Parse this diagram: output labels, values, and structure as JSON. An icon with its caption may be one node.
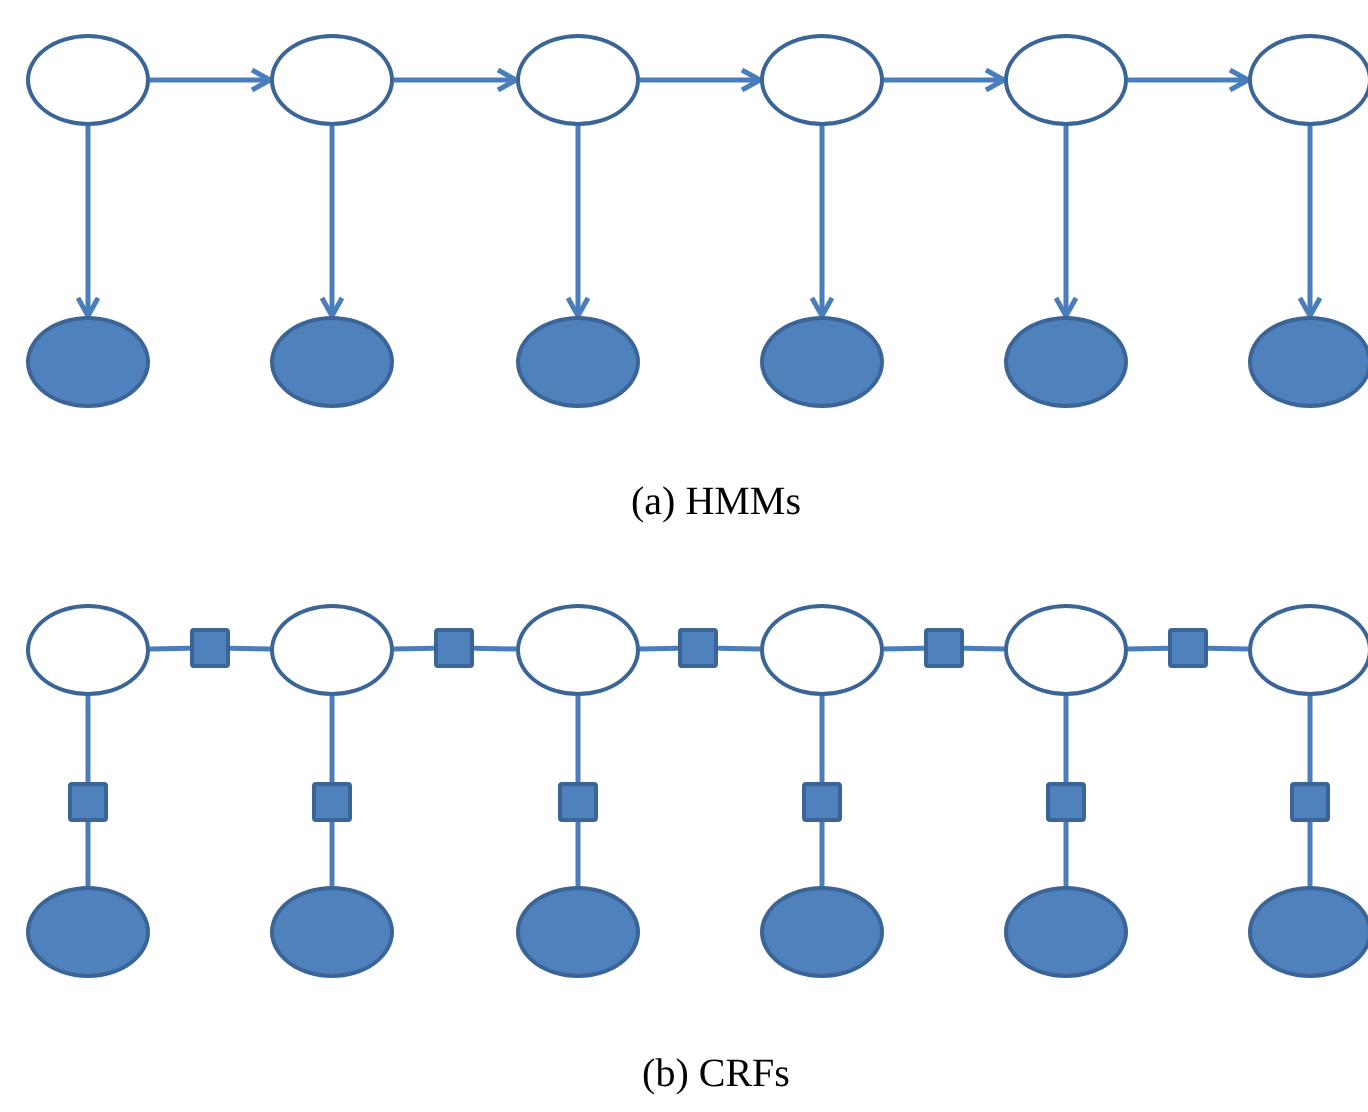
{
  "diagram": {
    "nodes": [
      {
        "text": [],
        "shape": "circle"
      },
      {
        "text": [],
        "shape": "circle"
      },
      {
        "text": [],
        "shape": "circle"
      },
      {
        "text": [],
        "shape": "circle"
      },
      {
        "text": [],
        "shape": "circle"
      },
      {
        "text": [],
        "shape": "circle"
      },
      {
        "text": [],
        "shape": "circle"
      },
      {
        "text": [],
        "shape": "circle"
      },
      {
        "text": [],
        "shape": "circle"
      },
      {
        "text": [],
        "shape": "circle"
      },
      {
        "text": [],
        "shape": "circle"
      },
      {
        "text": [],
        "shape": "circle"
      },
      {
        "text": [],
        "shape": "circle"
      },
      {
        "text": [],
        "shape": "circle"
      },
      {
        "text": [],
        "shape": "circle"
      },
      {
        "text": [],
        "shape": "circle"
      },
      {
        "text": [],
        "shape": "circle"
      },
      {
        "text": [],
        "shape": "circle"
      },
      {
        "text": [],
        "shape": "box"
      },
      {
        "text": [],
        "shape": "box"
      },
      {
        "text": [],
        "shape": "box"
      },
      {
        "text": [],
        "shape": "box"
      },
      {
        "text": [],
        "shape": "box"
      },
      {
        "text": [],
        "shape": "box"
      },
      {
        "text": [],
        "shape": "box"
      },
      {
        "text": [],
        "shape": "box"
      },
      {
        "text": [],
        "shape": "box"
      },
      {
        "text": [],
        "shape": "box"
      },
      {
        "text": [],
        "shape": "box"
      },
      {
        "text": [],
        "shape": "circle"
      },
      {
        "text": [],
        "shape": "circle"
      },
      {
        "text": [],
        "shape": "circle"
      },
      {
        "text": [],
        "shape": "circle"
      },
      {
        "text": [],
        "shape": "circle"
      },
      {
        "text": [],
        "shape": "circle"
      }
    ],
    "edges": [
      {
        "from": 0,
        "to": 1,
        "arrow": "to"
      },
      {
        "from": 1,
        "to": 2,
        "arrow": "to"
      },
      {
        "from": 2,
        "to": 3,
        "arrow": "to"
      },
      {
        "from": 3,
        "to": 4,
        "arrow": "to"
      },
      {
        "from": 4,
        "to": 5,
        "arrow": "to"
      },
      {
        "from": 0,
        "to": 6,
        "arrow": "to"
      },
      {
        "from": 1,
        "to": 7,
        "arrow": "to"
      },
      {
        "from": 2,
        "to": 8,
        "arrow": "to"
      },
      {
        "from": 3,
        "to": 9,
        "arrow": "to"
      },
      {
        "from": 4,
        "to": 10,
        "arrow": "to"
      },
      {
        "from": 5,
        "to": 11,
        "arrow": "to"
      },
      {
        "from": 12,
        "to": 18,
        "arrow": "none"
      },
      {
        "from": 18,
        "to": 13,
        "arrow": "none"
      },
      {
        "from": 13,
        "to": 19,
        "arrow": "none"
      },
      {
        "from": 19,
        "to": 14,
        "arrow": "none"
      },
      {
        "from": 14,
        "to": 20,
        "arrow": "none"
      },
      {
        "from": 20,
        "to": 15,
        "arrow": "none"
      },
      {
        "from": 15,
        "to": 21,
        "arrow": "none"
      },
      {
        "from": 21,
        "to": 16,
        "arrow": "none"
      },
      {
        "from": 16,
        "to": 22,
        "arrow": "none"
      },
      {
        "from": 22,
        "to": 17,
        "arrow": "none"
      },
      {
        "from": 12,
        "to": 23,
        "arrow": "none"
      },
      {
        "from": 23,
        "to": 29,
        "arrow": "none"
      },
      {
        "from": 13,
        "to": 24,
        "arrow": "none"
      },
      {
        "from": 24,
        "to": 30,
        "arrow": "none"
      },
      {
        "from": 14,
        "to": 25,
        "arrow": "none"
      },
      {
        "from": 25,
        "to": 31,
        "arrow": "none"
      },
      {
        "from": 15,
        "to": 26,
        "arrow": "none"
      },
      {
        "from": 26,
        "to": 32,
        "arrow": "none"
      },
      {
        "from": 16,
        "to": 27,
        "arrow": "none"
      },
      {
        "from": 27,
        "to": 33,
        "arrow": "none"
      },
      {
        "from": 17,
        "to": 28,
        "arrow": "none"
      },
      {
        "from": 28,
        "to": 34,
        "arrow": "none"
      }
    ],
    "labels": [
      "(a) HMMs",
      "(b) CRFs"
    ]
  }
}
